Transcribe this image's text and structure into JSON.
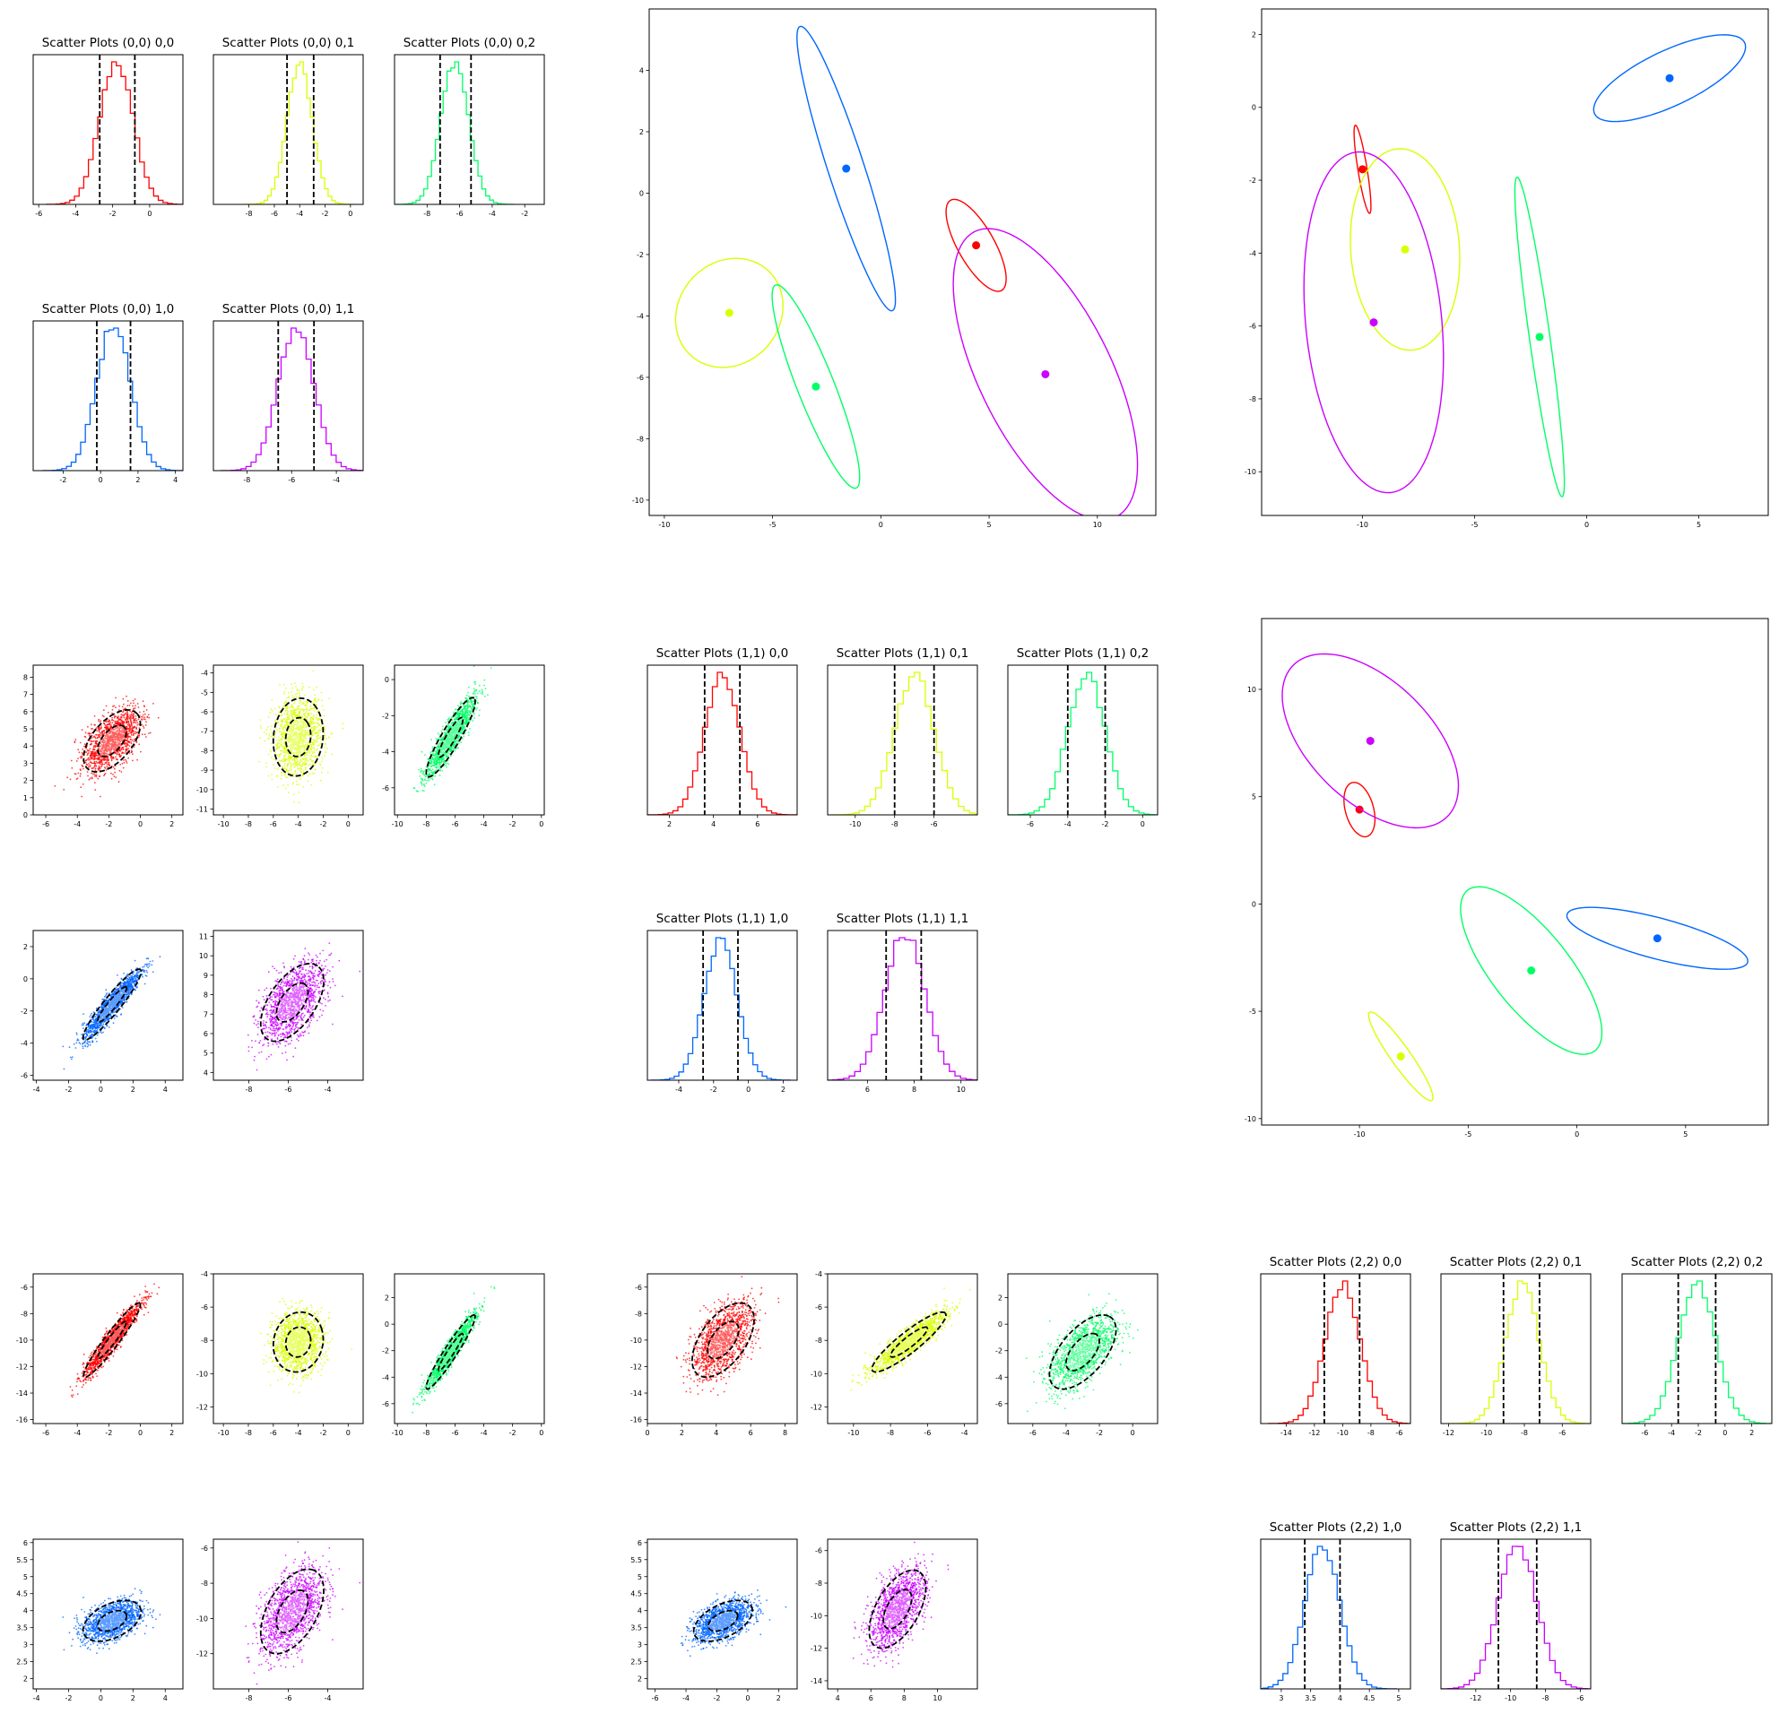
{
  "figure": {
    "colors": {
      "c0": "#ff0000",
      "c1": "#d9ff00",
      "c2": "#00ff66",
      "c3": "#0066ff",
      "c4": "#cc00ff"
    }
  },
  "chart_data": [
    {
      "id": "hist-00-00",
      "type": "histogram",
      "title": "Scatter Plots (0,0) 0,0",
      "color": "c0",
      "mean": -1.8,
      "sd": 0.9,
      "lines": [
        -2.7,
        -0.8
      ],
      "xlim": [
        -6.3,
        1.8
      ],
      "xticks": [
        -6,
        -4,
        -2,
        0
      ]
    },
    {
      "id": "hist-00-01",
      "type": "histogram",
      "title": "Scatter Plots (0,0) 0,1",
      "color": "c1",
      "mean": -4.0,
      "sd": 1.0,
      "lines": [
        -5.0,
        -2.9
      ],
      "xlim": [
        -10.8,
        1.0
      ],
      "xticks": [
        -8,
        -6,
        -4,
        -2,
        0
      ]
    },
    {
      "id": "hist-00-02",
      "type": "histogram",
      "title": "Scatter Plots (0,0) 0,2",
      "color": "c2",
      "mean": -6.3,
      "sd": 0.85,
      "lines": [
        -7.2,
        -5.3
      ],
      "xlim": [
        -10.0,
        -0.8
      ],
      "xticks": [
        -8,
        -6,
        -4,
        -2
      ]
    },
    {
      "id": "hist-00-10",
      "type": "histogram",
      "title": "Scatter Plots (0,0) 1,0",
      "color": "c3",
      "mean": 0.7,
      "sd": 0.9,
      "lines": [
        -0.2,
        1.6
      ],
      "xlim": [
        -3.6,
        4.4
      ],
      "xticks": [
        -2,
        0,
        2,
        4
      ]
    },
    {
      "id": "hist-00-11",
      "type": "histogram",
      "title": "Scatter Plots (0,0) 1,1",
      "color": "c4",
      "mean": -5.8,
      "sd": 0.8,
      "lines": [
        -6.6,
        -5.0
      ],
      "xlim": [
        -9.5,
        -2.8
      ],
      "xticks": [
        -8,
        -6,
        -4
      ]
    },
    {
      "id": "ellipse-top-middle",
      "type": "ellipse-means",
      "title": "",
      "xlim": [
        -10.7,
        12.7
      ],
      "ylim": [
        -10.5,
        6.0
      ],
      "xticks": [
        -10,
        -5,
        0,
        5,
        10
      ],
      "yticks": [
        -10,
        -8,
        -6,
        -4,
        -2,
        0,
        2,
        4
      ],
      "components": [
        {
          "color": "c0",
          "mean": [
            4.4,
            -1.7
          ],
          "width": 1.5,
          "height": 3.8,
          "angle": 42
        },
        {
          "color": "c1",
          "mean": [
            -7.0,
            -3.9
          ],
          "width": 5.0,
          "height": 3.5,
          "angle": 10
        },
        {
          "color": "c2",
          "mean": [
            -3.0,
            -6.3
          ],
          "width": 1.6,
          "height": 7.6,
          "angle": 30
        },
        {
          "color": "c3",
          "mean": [
            -1.6,
            0.8
          ],
          "width": 1.6,
          "height": 10.2,
          "angle": 25
        },
        {
          "color": "c4",
          "mean": [
            7.6,
            -5.9
          ],
          "width": 5.5,
          "height": 11.5,
          "angle": 40
        }
      ]
    },
    {
      "id": "ellipse-top-right",
      "type": "ellipse-means",
      "title": "",
      "xlim": [
        -14.5,
        8.1
      ],
      "ylim": [
        -11.2,
        2.7
      ],
      "xticks": [
        -10,
        -5,
        0,
        5
      ],
      "yticks": [
        -10,
        -8,
        -6,
        -4,
        -2,
        0,
        2
      ],
      "components": [
        {
          "color": "c0",
          "mean": [
            -10.0,
            -1.7
          ],
          "width": 0.4,
          "height": 2.5,
          "angle": 15
        },
        {
          "color": "c1",
          "mean": [
            -8.1,
            -3.9
          ],
          "width": 4.8,
          "height": 5.6,
          "angle": 18
        },
        {
          "color": "c2",
          "mean": [
            -2.1,
            -6.3
          ],
          "width": 0.9,
          "height": 9.0,
          "angle": 13
        },
        {
          "color": "c3",
          "mean": [
            3.7,
            0.8
          ],
          "width": 7.0,
          "height": 1.6,
          "angle": 15
        },
        {
          "color": "c4",
          "mean": [
            -9.5,
            -5.9
          ],
          "width": 6.0,
          "height": 9.5,
          "angle": 13
        }
      ]
    },
    {
      "id": "scatter-10-00",
      "type": "scatter",
      "color": "c0",
      "mean": [
        -1.8,
        4.3
      ],
      "sd": [
        0.9,
        0.9
      ],
      "rho": 0.55,
      "xlim": [
        -6.8,
        2.7
      ],
      "ylim": [
        0,
        8.7
      ],
      "xticks": [
        -6,
        -4,
        -2,
        0,
        2
      ],
      "yticks": [
        0,
        1,
        2,
        3,
        4,
        5,
        6,
        7,
        8
      ]
    },
    {
      "id": "scatter-10-01",
      "type": "scatter",
      "color": "c1",
      "mean": [
        -4.0,
        -7.3
      ],
      "sd": [
        1.0,
        1.0
      ],
      "rho": 0.1,
      "xlim": [
        -10.8,
        1.2
      ],
      "ylim": [
        -11.3,
        -3.6
      ],
      "xticks": [
        -10,
        -8,
        -6,
        -4,
        -2,
        0
      ],
      "yticks": [
        -11,
        -10,
        -9,
        -8,
        -7,
        -6,
        -5,
        -4
      ]
    },
    {
      "id": "scatter-10-02",
      "type": "scatter",
      "color": "c2",
      "mean": [
        -6.3,
        -3.2
      ],
      "sd": [
        0.85,
        1.1
      ],
      "rho": 0.9,
      "xlim": [
        -10.2,
        0.2
      ],
      "ylim": [
        -7.5,
        0.8
      ],
      "xticks": [
        -10,
        -8,
        -6,
        -4,
        -2,
        0
      ],
      "yticks": [
        -6,
        -4,
        -2,
        0
      ]
    },
    {
      "id": "scatter-10-10",
      "type": "scatter",
      "color": "c3",
      "mean": [
        0.7,
        -1.6
      ],
      "sd": [
        0.9,
        1.1
      ],
      "rho": 0.93,
      "xlim": [
        -4.2,
        5.1
      ],
      "ylim": [
        -6.3,
        3.0
      ],
      "xticks": [
        -4,
        -2,
        0,
        2,
        4
      ],
      "yticks": [
        -6,
        -4,
        -2,
        0,
        2
      ]
    },
    {
      "id": "scatter-10-11",
      "type": "scatter",
      "color": "c4",
      "mean": [
        -5.8,
        7.6
      ],
      "sd": [
        0.8,
        1.0
      ],
      "rho": 0.55,
      "xlim": [
        -9.8,
        -2.2
      ],
      "ylim": [
        3.6,
        11.3
      ],
      "xticks": [
        -8,
        -6,
        -4
      ],
      "yticks": [
        4,
        5,
        6,
        7,
        8,
        9,
        10,
        11
      ]
    },
    {
      "id": "hist-11-00",
      "type": "histogram",
      "title": "Scatter Plots (1,1) 0,0",
      "color": "c0",
      "mean": 4.4,
      "sd": 0.8,
      "lines": [
        3.6,
        5.2
      ],
      "xlim": [
        1.0,
        7.8
      ],
      "xticks": [
        2,
        4,
        6
      ]
    },
    {
      "id": "hist-11-01",
      "type": "histogram",
      "title": "Scatter Plots (1,1) 0,1",
      "color": "c1",
      "mean": -7.0,
      "sd": 1.0,
      "lines": [
        -8.0,
        -6.0
      ],
      "xlim": [
        -11.4,
        -3.8
      ],
      "xticks": [
        -10,
        -8,
        -6
      ]
    },
    {
      "id": "hist-11-02",
      "type": "histogram",
      "title": "Scatter Plots (1,1) 0,2",
      "color": "c2",
      "mean": -3.0,
      "sd": 1.0,
      "lines": [
        -4.0,
        -2.0
      ],
      "xlim": [
        -7.2,
        0.8
      ],
      "xticks": [
        -6,
        -4,
        -2,
        0
      ]
    },
    {
      "id": "hist-11-10",
      "type": "histogram",
      "title": "Scatter Plots (1,1) 1,0",
      "color": "c3",
      "mean": -1.6,
      "sd": 0.95,
      "lines": [
        -2.6,
        -0.6
      ],
      "xlim": [
        -5.8,
        2.8
      ],
      "xticks": [
        -4,
        -2,
        0,
        2
      ]
    },
    {
      "id": "hist-11-11",
      "type": "histogram",
      "title": "Scatter Plots (1,1) 1,1",
      "color": "c4",
      "mean": 7.6,
      "sd": 0.85,
      "lines": [
        6.8,
        8.3
      ],
      "xlim": [
        4.3,
        10.7
      ],
      "xticks": [
        6,
        8,
        10
      ]
    },
    {
      "id": "ellipse-mid-right",
      "type": "ellipse-means",
      "title": "",
      "xlim": [
        -14.5,
        8.8
      ],
      "ylim": [
        -10.3,
        13.3
      ],
      "xticks": [
        -10,
        -5,
        0,
        5
      ],
      "yticks": [
        -10,
        -5,
        0,
        5,
        10
      ],
      "components": [
        {
          "color": "c0",
          "mean": [
            -10.0,
            4.4
          ],
          "width": 1.3,
          "height": 2.6,
          "angle": 15
        },
        {
          "color": "c1",
          "mean": [
            -8.1,
            -7.1
          ],
          "width": 0.9,
          "height": 5.0,
          "angle": 35
        },
        {
          "color": "c2",
          "mean": [
            -2.1,
            -3.1
          ],
          "width": 3.6,
          "height": 9.5,
          "angle": 38
        },
        {
          "color": "c3",
          "mean": [
            3.7,
            -1.6
          ],
          "width": 1.9,
          "height": 8.6,
          "angle": 75
        },
        {
          "color": "c4",
          "mean": [
            -9.5,
            7.6
          ],
          "width": 5.6,
          "height": 10.0,
          "angle": 45
        }
      ]
    },
    {
      "id": "scatter-20-00",
      "type": "scatter",
      "color": "c0",
      "mean": [
        -1.8,
        -10.0
      ],
      "sd": [
        0.9,
        1.4
      ],
      "rho": 0.95,
      "xlim": [
        -6.8,
        2.7
      ],
      "ylim": [
        -16.3,
        -5.0
      ],
      "xticks": [
        -6,
        -4,
        -2,
        0,
        2
      ],
      "yticks": [
        -16,
        -14,
        -12,
        -10,
        -8,
        -6
      ]
    },
    {
      "id": "scatter-20-01",
      "type": "scatter",
      "color": "c1",
      "mean": [
        -4.0,
        -8.1
      ],
      "sd": [
        1.0,
        0.9
      ],
      "rho": 0.1,
      "xlim": [
        -10.8,
        1.2
      ],
      "ylim": [
        -13.0,
        -4.0
      ],
      "xticks": [
        -10,
        -8,
        -6,
        -4,
        -2,
        0
      ],
      "yticks": [
        -12,
        -10,
        -8,
        -6,
        -4
      ]
    },
    {
      "id": "scatter-20-02",
      "type": "scatter",
      "color": "c2",
      "mean": [
        -6.3,
        -2.1
      ],
      "sd": [
        0.85,
        1.4
      ],
      "rho": 0.95,
      "xlim": [
        -10.2,
        0.2
      ],
      "ylim": [
        -7.5,
        3.8
      ],
      "xticks": [
        -10,
        -8,
        -6,
        -4,
        -2,
        0
      ],
      "yticks": [
        -6,
        -4,
        -2,
        0,
        2
      ]
    },
    {
      "id": "scatter-20-10",
      "type": "scatter",
      "color": "c3",
      "mean": [
        0.7,
        3.7
      ],
      "sd": [
        0.9,
        0.3
      ],
      "rho": 0.45,
      "xlim": [
        -4.2,
        5.1
      ],
      "ylim": [
        1.7,
        6.1
      ],
      "xticks": [
        -4,
        -2,
        0,
        2,
        4
      ],
      "yticks": [
        2.0,
        2.5,
        3.0,
        3.5,
        4.0,
        4.5,
        5.0,
        5.5,
        6.0
      ]
    },
    {
      "id": "scatter-20-11",
      "type": "scatter",
      "color": "c4",
      "mean": [
        -5.8,
        -9.6
      ],
      "sd": [
        0.8,
        1.2
      ],
      "rho": 0.5,
      "xlim": [
        -9.8,
        -2.2
      ],
      "ylim": [
        -14.0,
        -5.5
      ],
      "xticks": [
        -8,
        -6,
        -4
      ],
      "yticks": [
        -12,
        -10,
        -8,
        -6
      ]
    },
    {
      "id": "scatter-21-00",
      "type": "scatter",
      "color": "c0",
      "mean": [
        4.4,
        -10.0
      ],
      "sd": [
        0.9,
        1.4
      ],
      "rho": 0.55,
      "xlim": [
        0,
        8.7
      ],
      "ylim": [
        -16.3,
        -5.0
      ],
      "xticks": [
        0,
        2,
        4,
        6,
        8
      ],
      "yticks": [
        -16,
        -14,
        -12,
        -10,
        -8,
        -6
      ]
    },
    {
      "id": "scatter-21-01",
      "type": "scatter",
      "color": "c1",
      "mean": [
        -7.0,
        -8.1
      ],
      "sd": [
        1.0,
        0.9
      ],
      "rho": 0.9,
      "xlim": [
        -11.4,
        -3.3
      ],
      "ylim": [
        -13.0,
        -4.0
      ],
      "xticks": [
        -10,
        -8,
        -6,
        -4
      ],
      "yticks": [
        -12,
        -10,
        -8,
        -6,
        -4
      ]
    },
    {
      "id": "scatter-21-02",
      "type": "scatter",
      "color": "c2",
      "mean": [
        -3.0,
        -2.1
      ],
      "sd": [
        1.0,
        1.4
      ],
      "rho": 0.6,
      "xlim": [
        -7.5,
        1.5
      ],
      "ylim": [
        -7.5,
        3.8
      ],
      "xticks": [
        -6,
        -4,
        -2,
        0
      ],
      "yticks": [
        -6,
        -4,
        -2,
        0,
        2
      ]
    },
    {
      "id": "scatter-21-10",
      "type": "scatter",
      "color": "c3",
      "mean": [
        -1.6,
        3.7
      ],
      "sd": [
        0.95,
        0.3
      ],
      "rho": 0.5,
      "xlim": [
        -6.5,
        3.2
      ],
      "ylim": [
        1.7,
        6.1
      ],
      "xticks": [
        -6,
        -4,
        -2,
        0,
        2
      ],
      "yticks": [
        2.0,
        2.5,
        3.0,
        3.5,
        4.0,
        4.5,
        5.0,
        5.5,
        6.0
      ]
    },
    {
      "id": "scatter-21-11",
      "type": "scatter",
      "color": "c4",
      "mean": [
        7.6,
        -9.6
      ],
      "sd": [
        0.85,
        1.2
      ],
      "rho": 0.55,
      "xlim": [
        3.4,
        12.4
      ],
      "ylim": [
        -14.5,
        -5.3
      ],
      "xticks": [
        4,
        6,
        8,
        10
      ],
      "yticks": [
        -14,
        -12,
        -10,
        -8,
        -6
      ]
    },
    {
      "id": "hist-22-00",
      "type": "histogram",
      "title": "Scatter Plots (2,2) 0,0",
      "color": "c0",
      "mean": -10.0,
      "sd": 1.25,
      "lines": [
        -11.3,
        -8.8
      ],
      "xlim": [
        -15.8,
        -5.2
      ],
      "xticks": [
        -14,
        -12,
        -10,
        -8,
        -6
      ]
    },
    {
      "id": "hist-22-01",
      "type": "histogram",
      "title": "Scatter Plots (2,2) 0,1",
      "color": "c1",
      "mean": -8.1,
      "sd": 0.9,
      "lines": [
        -9.1,
        -7.2
      ],
      "xlim": [
        -12.4,
        -4.5
      ],
      "xticks": [
        -12,
        -10,
        -8,
        -6
      ]
    },
    {
      "id": "hist-22-02",
      "type": "histogram",
      "title": "Scatter Plots (2,2) 0,2",
      "color": "c2",
      "mean": -2.1,
      "sd": 1.4,
      "lines": [
        -3.5,
        -0.7
      ],
      "xlim": [
        -7.7,
        3.5
      ],
      "xticks": [
        -6,
        -4,
        -2,
        0,
        2
      ]
    },
    {
      "id": "hist-22-10",
      "type": "histogram",
      "title": "Scatter Plots (2,2) 1,0",
      "color": "c3",
      "mean": 3.7,
      "sd": 0.3,
      "lines": [
        3.4,
        4.0
      ],
      "xlim": [
        2.65,
        5.2
      ],
      "xticks": [
        3.0,
        3.5,
        4.0,
        4.5,
        5.0
      ]
    },
    {
      "id": "hist-22-11",
      "type": "histogram",
      "title": "Scatter Plots (2,2) 1,1",
      "color": "c4",
      "mean": -9.6,
      "sd": 1.1,
      "lines": [
        -10.7,
        -8.5
      ],
      "xlim": [
        -14.0,
        -5.4
      ],
      "xticks": [
        -12,
        -10,
        -8,
        -6
      ]
    }
  ]
}
